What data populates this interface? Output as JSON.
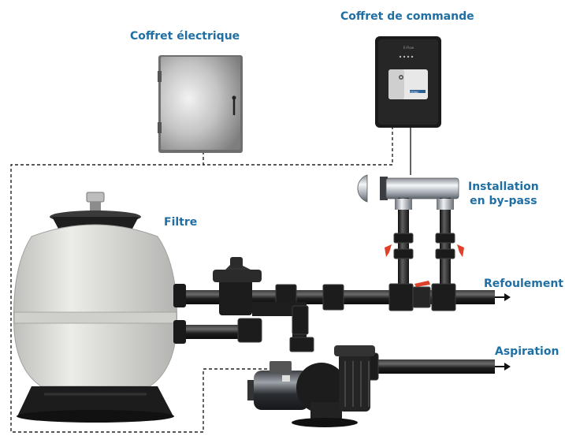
{
  "labels": {
    "coffret_electrique": "Coffret électrique",
    "coffret_commande": "Coffret de commande",
    "installation_line1": "Installation",
    "installation_line2": "en by-pass",
    "filtre": "Filtre",
    "refoulement": "Refoulement",
    "aspiration": "Aspiration"
  },
  "device": {
    "brand_text": "E-Flow",
    "front_label": "ZODIAC"
  },
  "colors": {
    "label": "#1f6fa5",
    "pipe": "#1c1c1c",
    "valve_handle": "#e0402a",
    "cable": "#222222",
    "tank_body": "#d9d9d6",
    "panel": "#9a9a9a"
  }
}
